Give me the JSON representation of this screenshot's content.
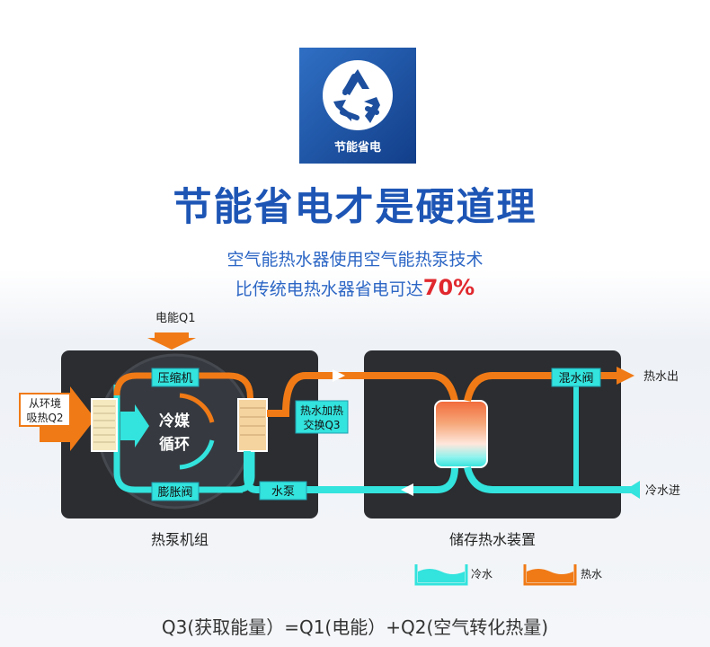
{
  "badge": {
    "label": "节能省电",
    "icon": "recycle-icon"
  },
  "headline": "节能省电才是硬道理",
  "subtitle_line1": "空气能热水器使用空气能热泵技术",
  "subtitle_line2_prefix": "比传统电热水器省电可达",
  "subtitle_line2_highlight": "70%",
  "diagram": {
    "electric_input": "电能Q1",
    "compressor": "压缩机",
    "env_heat_line1": "从环境",
    "env_heat_line2": "吸热Q2",
    "refrigerant_line1": "冷媒",
    "refrigerant_line2": "循环",
    "expansion_valve": "膨胀阀",
    "heat_exchange_line1": "热水加热",
    "heat_exchange_line2": "交换Q3",
    "water_pump": "水泵",
    "mixing_valve": "混水阀",
    "hot_water_out": "热水出",
    "cold_water_in": "冷水进",
    "heat_pump_unit": "热泵机组",
    "storage_unit": "储存热水装置",
    "legend_cold": "冷水",
    "legend_hot": "热水"
  },
  "formula": "Q3(获取能量）=Q1(电能）+Q2(空气转化热量)",
  "colors": {
    "brand_blue": "#1d55b5",
    "orange": "#f07a16",
    "cyan": "#33e3dd",
    "highlight_red": "#e0282e",
    "dark_panel": "#2b2d30"
  }
}
